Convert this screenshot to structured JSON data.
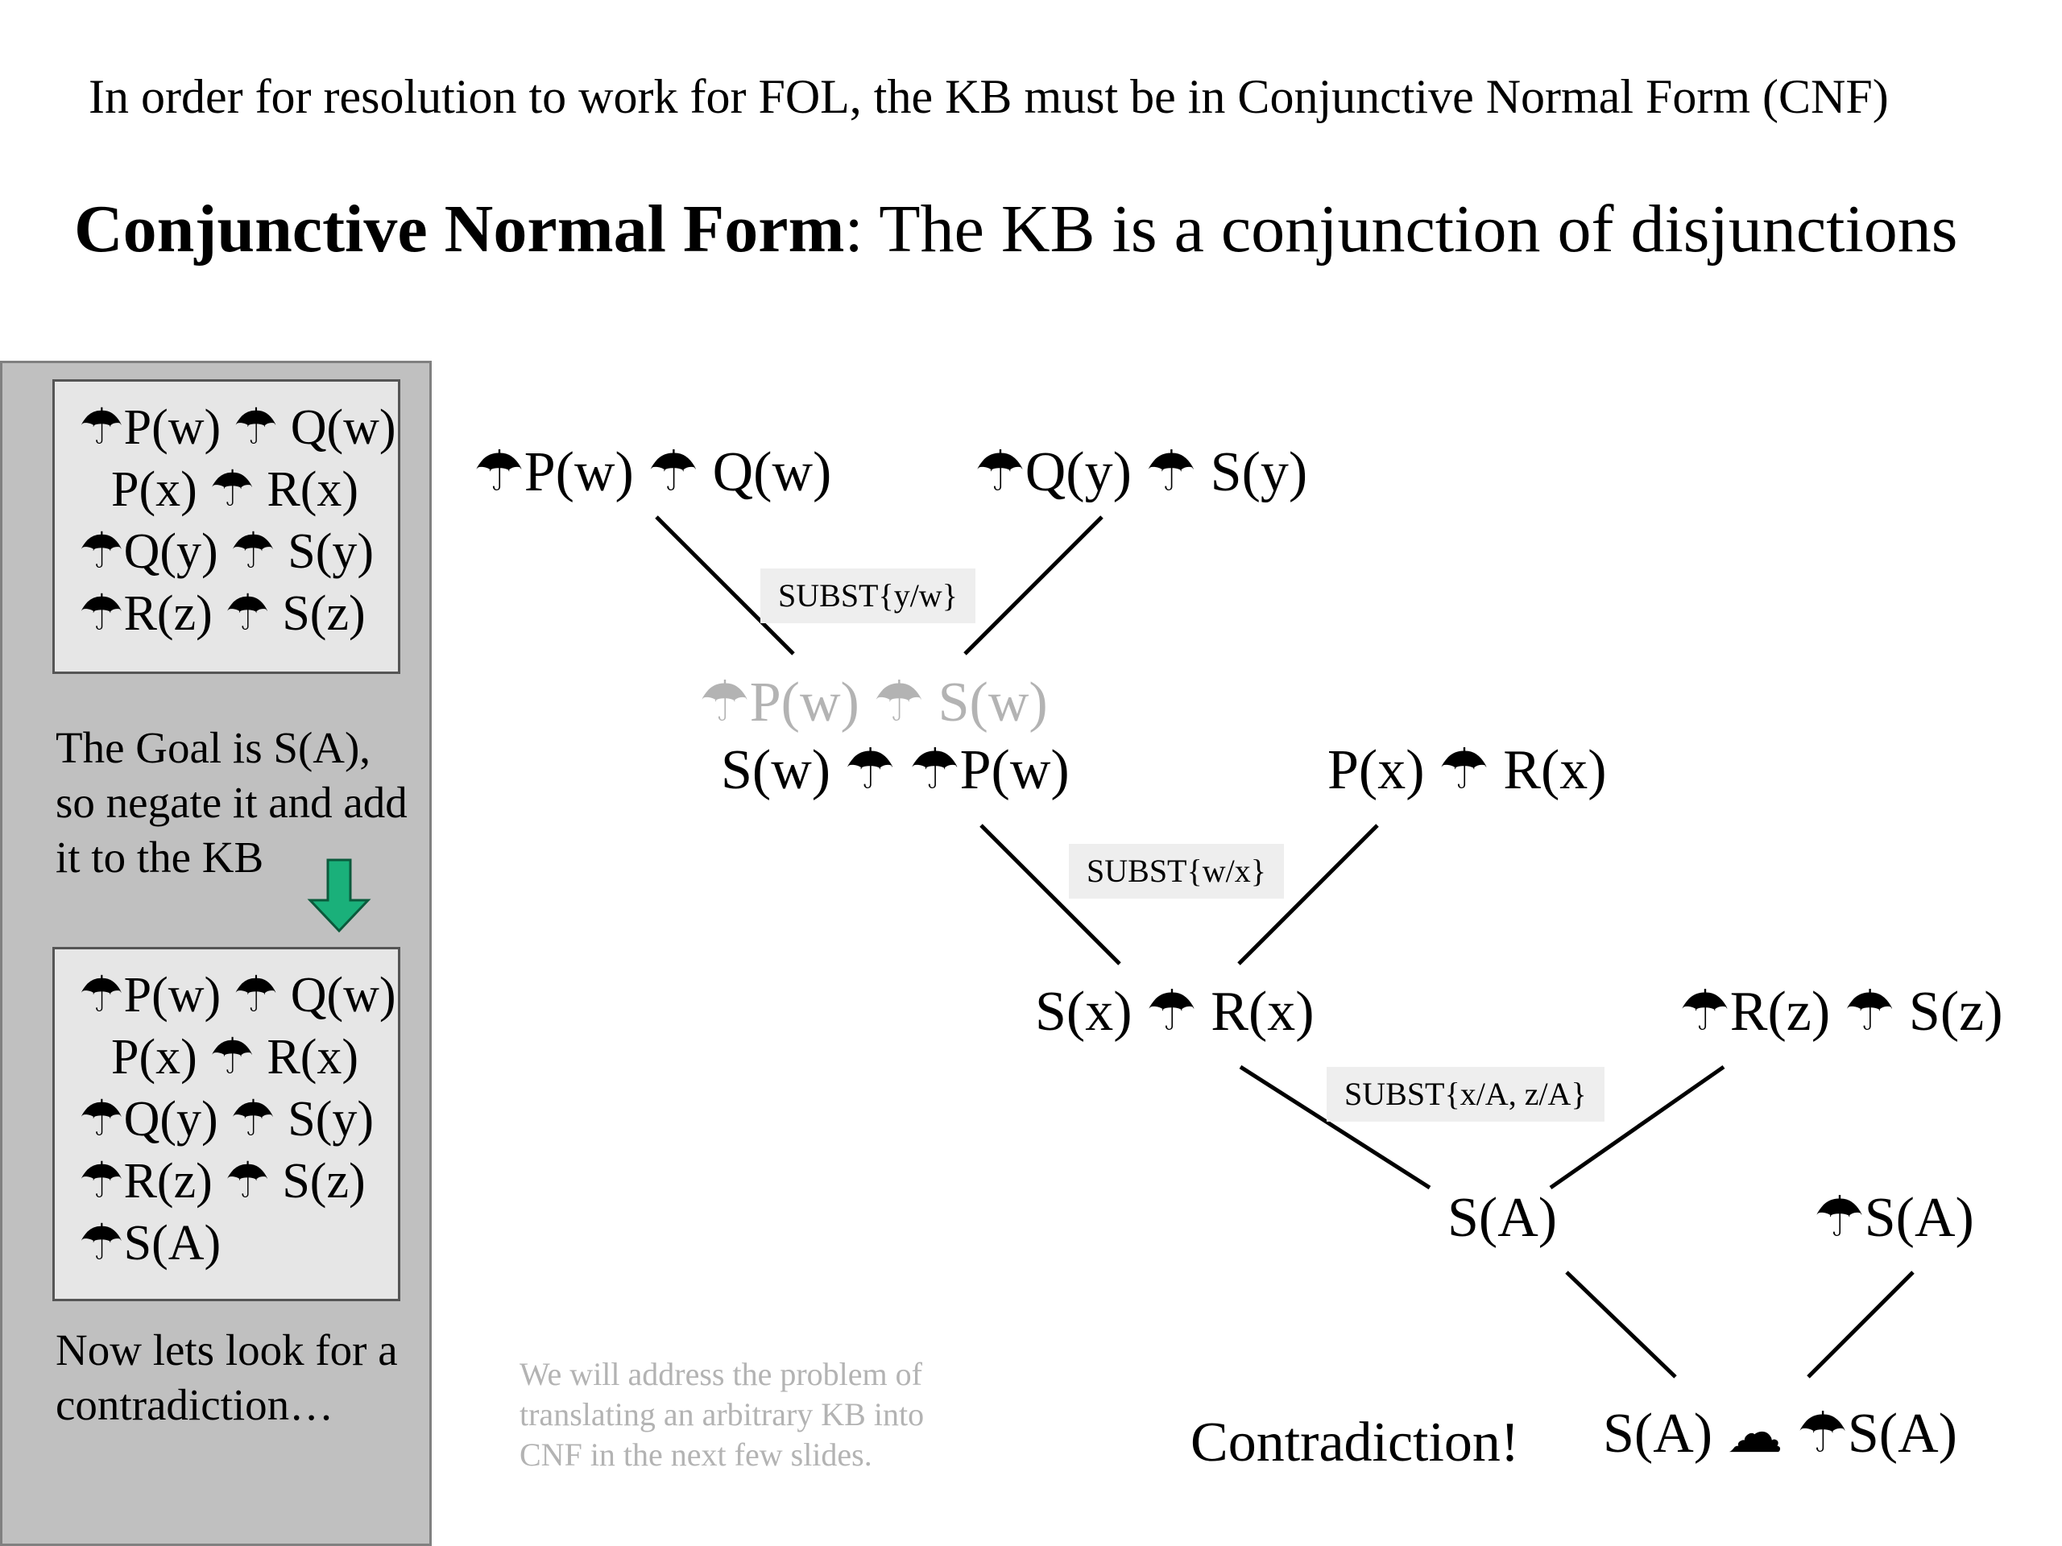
{
  "slide": {
    "intro": "In order for resolution to work for FOL, the KB must be in Conjunctive Normal Form (CNF)",
    "heading_bold": "Conjunctive Normal Form",
    "heading_rest": ": The KB is a conjunction of disjunctions"
  },
  "sidebar": {
    "kb_initial": [
      "☂P(w) ☂ Q(w)",
      "P(x) ☂ R(x)",
      "☂Q(y) ☂ S(y)",
      "☂R(z) ☂ S(z)"
    ],
    "goal_lines": [
      "The Goal is S(A),",
      "so negate it and add",
      "it to the KB"
    ],
    "kb_with_goal": [
      "☂P(w) ☂ Q(w)",
      "P(x) ☂ R(x)",
      "☂Q(y) ☂ S(y)",
      "☂R(z) ☂ S(z)",
      "☂S(A)"
    ],
    "look_lines": [
      "Now lets look for a",
      "contradiction…"
    ],
    "arrow_color": "#1ab07a"
  },
  "tree": {
    "c1": "☂P(w) ☂ Q(w)",
    "c2": "☂Q(y) ☂ S(y)",
    "c3_ghost": "☂P(w) ☂ S(w)",
    "c3": "S(w) ☂ ☂P(w)",
    "c4": "P(x) ☂ R(x)",
    "c5": "S(x) ☂ R(x)",
    "c6": "☂R(z) ☂ S(z)",
    "c7": "S(A)",
    "c8": "☂S(A)",
    "c9": "S(A) ☁ ☂S(A)",
    "subst1": "SUBST{y/w}",
    "subst2": "SUBST{w/x}",
    "subst3": "SUBST{x/A, z/A}",
    "contradiction": "Contradiction!"
  },
  "footnote": [
    "We will address the problem of",
    "translating an arbitrary KB into",
    "CNF in the next few slides."
  ],
  "colors": {
    "ghost_text": "#b3b3b3",
    "sidebar_bg": "#c0c0c0",
    "box_bg": "#e6e6e6",
    "subst_bg": "#eeeeee"
  }
}
